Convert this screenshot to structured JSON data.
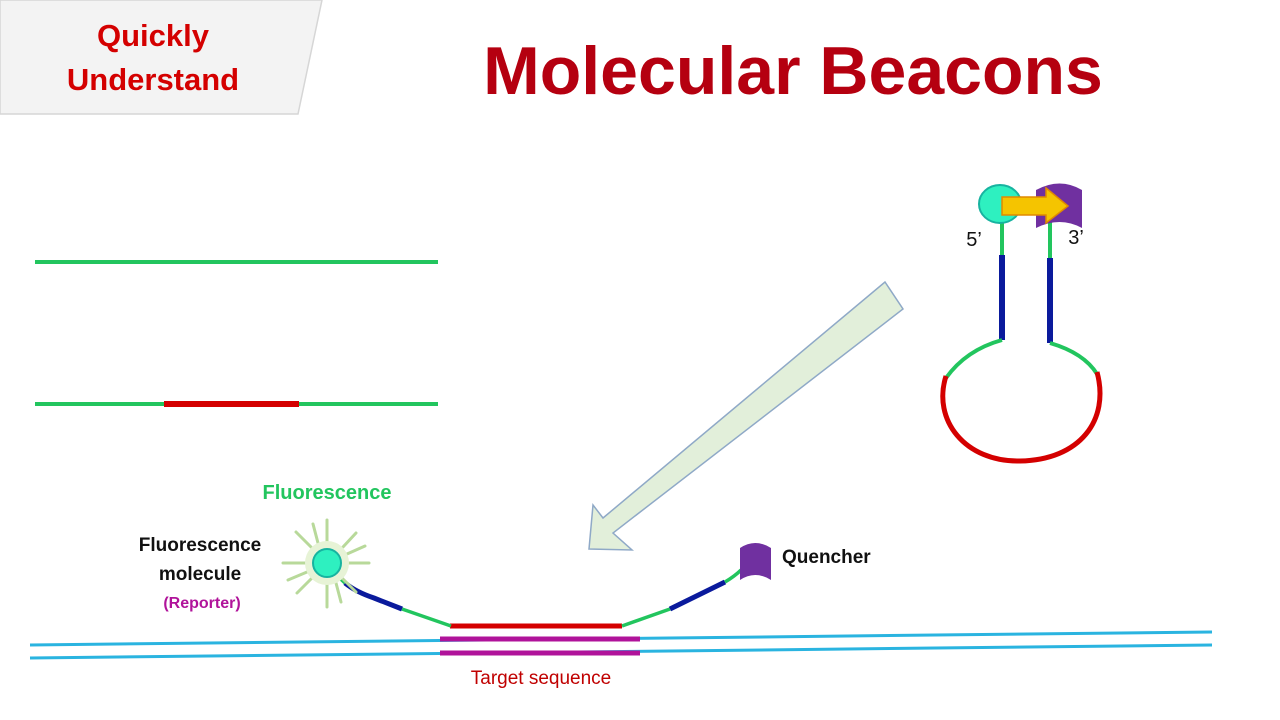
{
  "logo": {
    "line1": "Quickly",
    "line2": "Understand"
  },
  "title": "Molecular Beacons",
  "labels": {
    "five_prime": "5’",
    "three_prime": "3’",
    "fluorescence": "Fluorescence",
    "fluorescence_molecule_line1": "Fluorescence",
    "fluorescence_molecule_line2": "molecule",
    "reporter": "(Reporter)",
    "quencher": "Quencher",
    "target_sequence": "Target sequence"
  },
  "colors": {
    "title_red": "#c00000",
    "strand_green": "#22c55e",
    "target_red": "#d40000",
    "stem_blue": "#0a1a9c",
    "dna_cyan": "#2ab4e0",
    "target_magenta": "#b0139a",
    "reporter_fill": "#2ef0c0",
    "quencher_purple": "#7030a0",
    "energy_arrow": "#f2c000",
    "big_arrow_fill": "#e2efda",
    "big_arrow_stroke": "#8fa9c7",
    "reporter_text": "#b0139a"
  },
  "icons": {
    "reporter": "reporter-dye-icon",
    "quencher": "quencher-icon",
    "energy_transfer": "energy-transfer-arrow-icon"
  }
}
